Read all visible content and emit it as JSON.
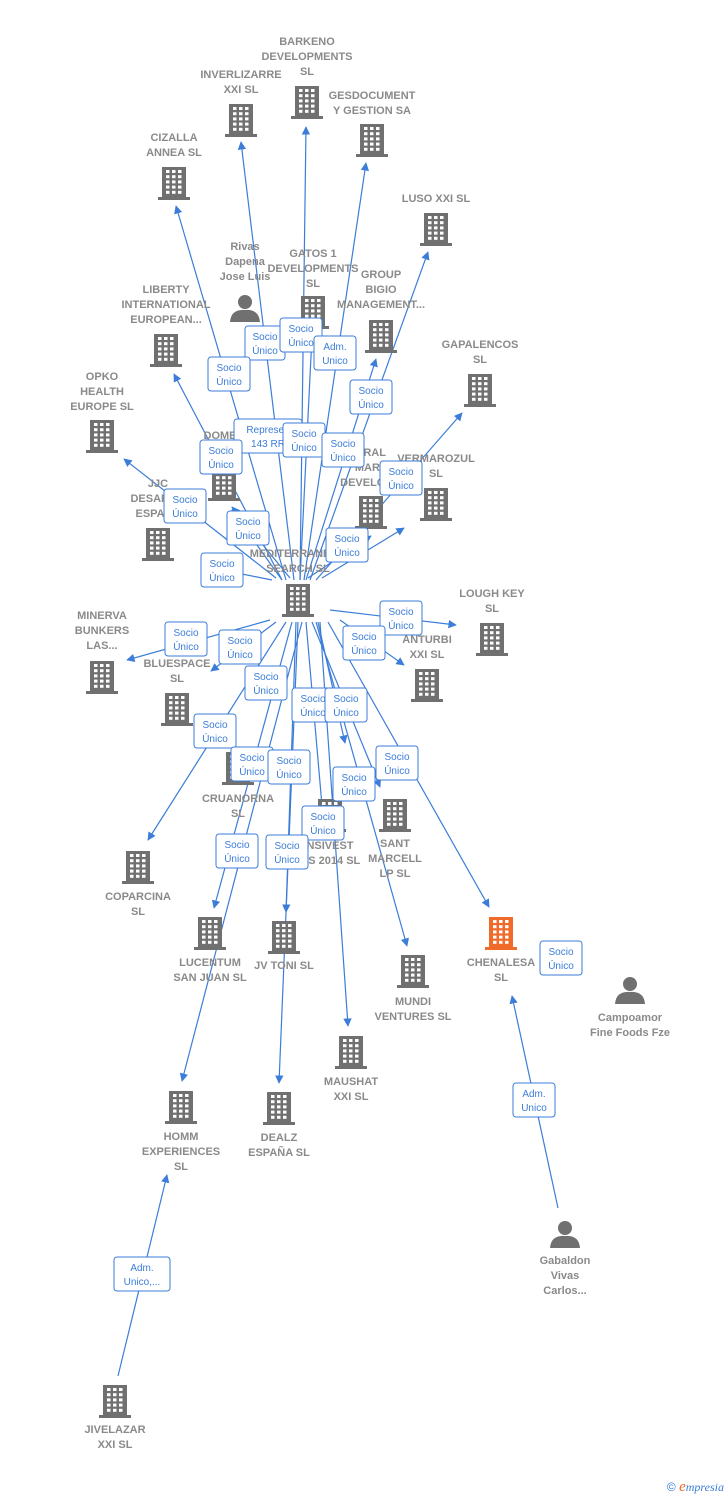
{
  "colors": {
    "edge": "#3b7dd8",
    "company": "#707070",
    "highlight": "#f06a2a",
    "label": "#8a8a8a"
  },
  "nodes": [
    {
      "id": "mediterranean",
      "kind": "company",
      "label": [
        "MEDITERRANEAN",
        "SEARCH SL"
      ]
    },
    {
      "id": "barkeno",
      "kind": "company",
      "label": [
        "BARKENO",
        "DEVELOPMENTS",
        "SL"
      ]
    },
    {
      "id": "inverlizarre",
      "kind": "company",
      "label": [
        "INVERLIZARRE",
        "XXI SL"
      ]
    },
    {
      "id": "gesdocument",
      "kind": "company",
      "label": [
        "GESDOCUMENT",
        "Y GESTION SA"
      ]
    },
    {
      "id": "cizalla",
      "kind": "company",
      "label": [
        "CIZALLA",
        "ANNEA SL"
      ]
    },
    {
      "id": "luso",
      "kind": "company",
      "label": [
        "LUSO XXI SL"
      ]
    },
    {
      "id": "rivas",
      "kind": "person",
      "label": [
        "Rivas",
        "Dapena",
        "Jose Luis"
      ]
    },
    {
      "id": "gatos",
      "kind": "company",
      "label": [
        "GATOS 1",
        "DEVELOPMENTS",
        "SL"
      ]
    },
    {
      "id": "group_bigio",
      "kind": "company",
      "label": [
        "GROUP",
        "BIGIO",
        "MANAGEMENT..."
      ]
    },
    {
      "id": "liberty",
      "kind": "company",
      "label": [
        "LIBERTY",
        "INTERNATIONAL",
        "EUROPEAN..."
      ]
    },
    {
      "id": "gapalencos",
      "kind": "company",
      "label": [
        "GAPALENCOS",
        "SL"
      ]
    },
    {
      "id": "opko",
      "kind": "company",
      "label": [
        "OPKO",
        "HEALTH",
        "EUROPE SL"
      ]
    },
    {
      "id": "domen",
      "kind": "company",
      "label": [
        "DOMEN",
        "S"
      ]
    },
    {
      "id": "general_marv",
      "kind": "company",
      "label": [
        "ERAL",
        "MARV",
        "DEVELOPM"
      ]
    },
    {
      "id": "vermarozul",
      "kind": "company",
      "label": [
        "VERMAROZUL",
        "SL"
      ]
    },
    {
      "id": "jjc",
      "kind": "company",
      "label": [
        "JJC",
        "DESARRO",
        "ESPAÑA"
      ]
    },
    {
      "id": "minerva",
      "kind": "company",
      "label": [
        "MINERVA",
        "BUNKERS",
        "LAS..."
      ]
    },
    {
      "id": "lough_key",
      "kind": "company",
      "label": [
        "LOUGH KEY",
        "SL"
      ]
    },
    {
      "id": "bluespace",
      "kind": "company",
      "label": [
        "FRE",
        "BLUESPACE",
        "SL"
      ]
    },
    {
      "id": "anturbi",
      "kind": "company",
      "label": [
        "ANTURBI",
        "XXI SL"
      ]
    },
    {
      "id": "cruanorna",
      "kind": "company",
      "label": [
        "CRUANORNA",
        "SL"
      ]
    },
    {
      "id": "sant_marcell",
      "kind": "company",
      "label": [
        "SANT",
        "MARCELL",
        "LP SL"
      ]
    },
    {
      "id": "nsivest",
      "kind": "company",
      "label": [
        "NSIVEST",
        "OS 2014 SL"
      ]
    },
    {
      "id": "coparcina",
      "kind": "company",
      "label": [
        "COPARCINA",
        "SL"
      ]
    },
    {
      "id": "lucentum",
      "kind": "company",
      "label": [
        "LUCENTUM",
        "SAN JUAN SL"
      ]
    },
    {
      "id": "jv_toni",
      "kind": "company",
      "label": [
        "JV TONI SL"
      ]
    },
    {
      "id": "chenalesa",
      "kind": "company-highlight",
      "label": [
        "CHENALESA",
        "SL"
      ]
    },
    {
      "id": "mundi",
      "kind": "company",
      "label": [
        "MUNDI",
        "VENTURES SL"
      ]
    },
    {
      "id": "campoamor",
      "kind": "person",
      "label": [
        "Campoamor",
        "Fine Foods Fze"
      ]
    },
    {
      "id": "maushat",
      "kind": "company",
      "label": [
        "MAUSHAT",
        "XXI SL"
      ]
    },
    {
      "id": "homm",
      "kind": "company",
      "label": [
        "HOMM",
        "EXPERIENCES",
        "SL"
      ]
    },
    {
      "id": "dealz",
      "kind": "company",
      "label": [
        "DEALZ",
        "ESPAÑA SL"
      ]
    },
    {
      "id": "gabaldon",
      "kind": "person",
      "label": [
        "Gabaldon",
        "Vivas",
        "Carlos..."
      ]
    },
    {
      "id": "jivelazar",
      "kind": "company",
      "label": [
        "JIVELAZAR",
        "XXI SL"
      ]
    }
  ],
  "relations": [
    {
      "id": "r1",
      "label": [
        "Socio",
        "Único"
      ]
    },
    {
      "id": "r2",
      "label": [
        "Socio",
        "Único"
      ]
    },
    {
      "id": "r3",
      "label": [
        "Adm.",
        "Unico"
      ]
    },
    {
      "id": "r4",
      "label": [
        "Socio",
        "Único"
      ]
    },
    {
      "id": "r5",
      "label": [
        "Socio",
        "Único"
      ]
    },
    {
      "id": "r6",
      "label": [
        "Represen",
        "143 RR"
      ]
    },
    {
      "id": "r7",
      "label": [
        "Socio",
        "Único"
      ]
    },
    {
      "id": "r8",
      "label": [
        "Socio",
        "Único"
      ]
    },
    {
      "id": "r9",
      "label": [
        "Socio",
        "Único"
      ]
    },
    {
      "id": "r10",
      "label": [
        "Socio",
        "Único"
      ]
    },
    {
      "id": "r11",
      "label": [
        "Socio",
        "Único"
      ]
    },
    {
      "id": "r12",
      "label": [
        "Socio",
        "Único"
      ]
    },
    {
      "id": "r13",
      "label": [
        "Socio",
        "Único"
      ]
    },
    {
      "id": "r14",
      "label": [
        "Socio",
        "Único"
      ]
    },
    {
      "id": "r15",
      "label": [
        "Socio",
        "Único"
      ]
    },
    {
      "id": "r16",
      "label": [
        "Socio",
        "Único"
      ]
    },
    {
      "id": "r17",
      "label": [
        "Socio",
        "Único"
      ]
    },
    {
      "id": "r18",
      "label": [
        "Socio",
        "Único"
      ]
    },
    {
      "id": "r19",
      "label": [
        "Socio",
        "Único"
      ]
    },
    {
      "id": "r20",
      "label": [
        "Socio",
        "Único"
      ]
    },
    {
      "id": "r21",
      "label": [
        "Socio",
        "Único"
      ]
    },
    {
      "id": "r22",
      "label": [
        "Socio",
        "Único"
      ]
    },
    {
      "id": "r23",
      "label": [
        "Socio",
        "Único"
      ]
    },
    {
      "id": "r24",
      "label": [
        "Socio",
        "Único"
      ]
    },
    {
      "id": "r25",
      "label": [
        "Socio",
        "Único"
      ]
    },
    {
      "id": "r26",
      "label": [
        "Socio",
        "Único"
      ]
    },
    {
      "id": "r27",
      "label": [
        "Socio",
        "Único"
      ]
    },
    {
      "id": "r28",
      "label": [
        "Socio",
        "Único"
      ]
    },
    {
      "id": "r29",
      "label": [
        "Socio",
        "Único"
      ]
    },
    {
      "id": "r30",
      "label": [
        "Socio",
        "Único"
      ]
    },
    {
      "id": "r31",
      "label": [
        "Adm.",
        "Unico"
      ]
    },
    {
      "id": "r32",
      "label": [
        "Adm.",
        "Unico,..."
      ]
    }
  ],
  "footer": {
    "copyright": "©",
    "brand_e": "e",
    "brand_rest": "mpresia"
  }
}
